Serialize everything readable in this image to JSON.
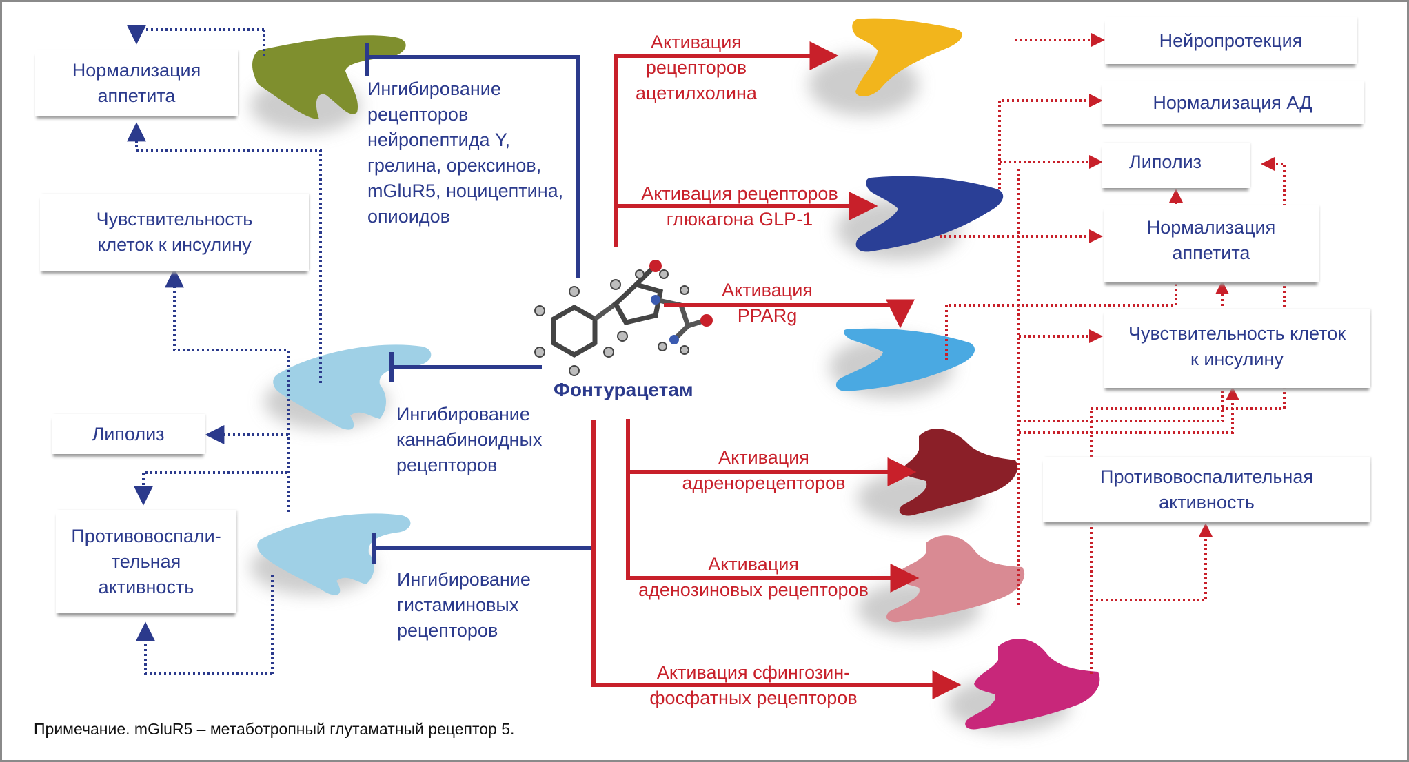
{
  "drug": {
    "name": "Фонтурацетам"
  },
  "left_outcomes": [
    {
      "id": "appetite",
      "label": "Нормализация\nаппетита"
    },
    {
      "id": "insulin",
      "label": "Чувствительность\nклеток к инсулину"
    },
    {
      "id": "lipolysis",
      "label": "Липолиз"
    },
    {
      "id": "antiinflam",
      "label": "Противовоспали-\nтельная\nактивность"
    }
  ],
  "inhibition_labels": [
    {
      "receptor_color": "olive",
      "label": "Ингибирование\nрецепторов\nнейропептида Y,\nгрелина, орексинов,\nmGluR5, ноцицептина,\nопиоидов"
    },
    {
      "receptor_color": "lightblue",
      "label": "Ингибирование\nканнабиноидных\nрецепторов"
    },
    {
      "receptor_color": "lightblue",
      "label": "Ингибирование\nгистаминовых\nрецепторов"
    }
  ],
  "activation_labels": [
    {
      "receptor_color": "yellow",
      "label": "Активация\nрецепторов\nацетилхолина"
    },
    {
      "receptor_color": "darkblue",
      "label": "Активация рецепторов\nглюкагона GLP-1"
    },
    {
      "receptor_color": "skyblue",
      "label": "Активация\nPPARg"
    },
    {
      "receptor_color": "darkred",
      "label": "Активация\nадренорецепторов"
    },
    {
      "receptor_color": "pink",
      "label": "Активация\nаденозиновых рецепторов"
    },
    {
      "receptor_color": "magenta",
      "label": "Активация сфингозин-\nфосфатных рецепторов"
    }
  ],
  "right_outcomes": [
    {
      "id": "neuroprotection",
      "label": "Нейропротекция"
    },
    {
      "id": "bp",
      "label": "Нормализация АД"
    },
    {
      "id": "lipolysis",
      "label": "Липолиз"
    },
    {
      "id": "appetite",
      "label": "Нормализация\nаппетита"
    },
    {
      "id": "insulin",
      "label": "Чувствительность клеток\nк инсулину"
    },
    {
      "id": "antiinflam",
      "label": "Противовоспалительная\nактивность"
    }
  ],
  "footnote": "Примечание. mGluR5 – метаботропный глутаматный рецептор 5.",
  "colors": {
    "inhibit": "#2b3a8c",
    "activate": "#c8202a",
    "receptor_olive": "#7f8f2e",
    "receptor_lightblue": "#9fd0e6",
    "receptor_yellow": "#f2b51c",
    "receptor_darkblue": "#2a3f96",
    "receptor_skyblue": "#4aa9e2",
    "receptor_darkred": "#8b1f28",
    "receptor_pink": "#d98a93",
    "receptor_magenta": "#c8277a"
  }
}
